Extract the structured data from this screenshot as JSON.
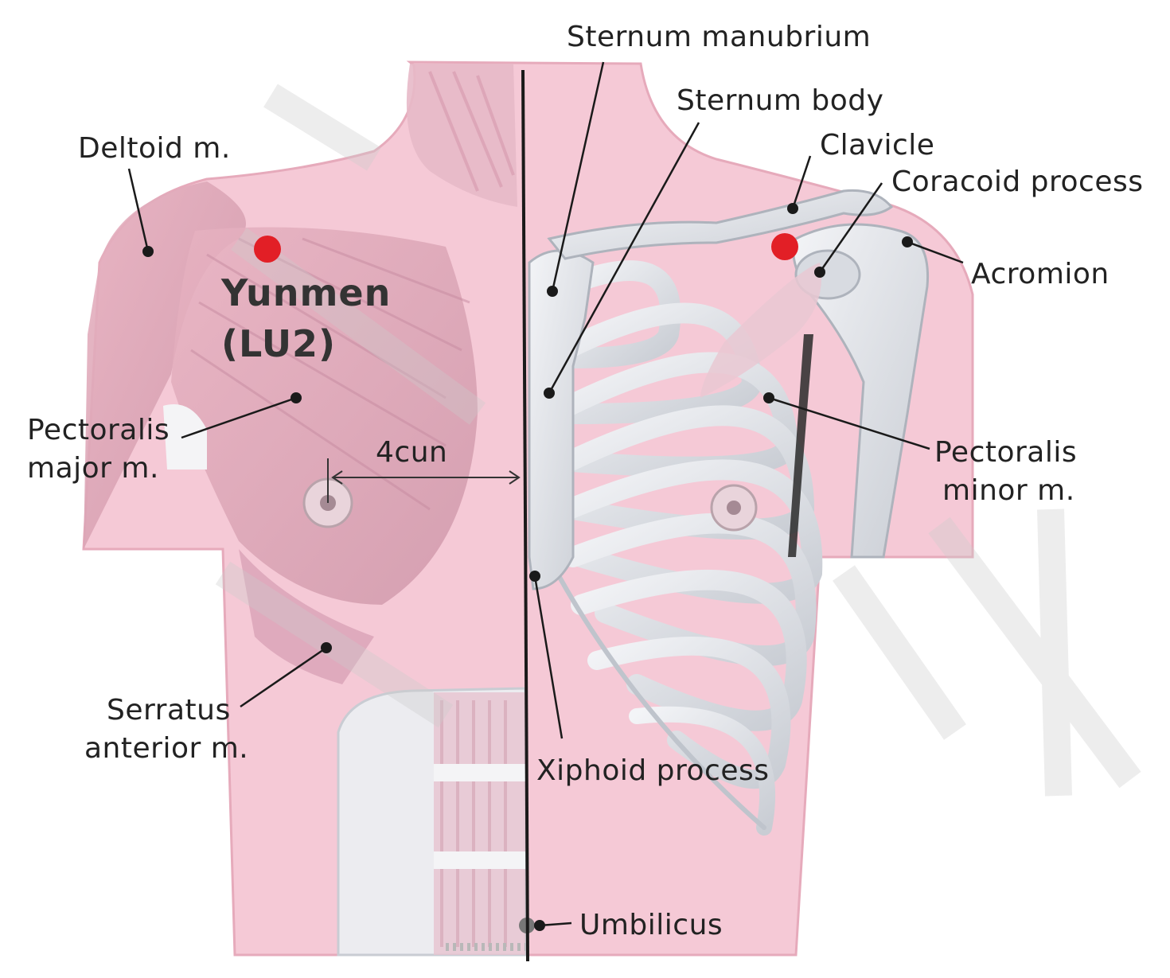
{
  "acupoint": {
    "name": "Yunmen",
    "code": "(LU2)",
    "marker_color": "#e21f26"
  },
  "measurement": {
    "label": "4cun"
  },
  "labels": {
    "sternum_manubrium": "Sternum manubrium",
    "sternum_body": "Sternum body",
    "clavicle": "Clavicle",
    "coracoid_process": "Coracoid process",
    "acromion": "Acromion",
    "deltoid_line1": "Deltoid m.",
    "pectoralis_major_line1": "Pectoralis",
    "pectoralis_major_line2": "major m.",
    "pectoralis_minor_line1": "Pectoralis",
    "pectoralis_minor_line2": "minor m.",
    "serratus_line1": "Serratus",
    "serratus_line2": "anterior m.",
    "xiphoid_process": "Xiphoid process",
    "umbilicus": "Umbilicus"
  },
  "colors": {
    "skin": "#f5c9d6",
    "muscle": "#dda2b4",
    "bone": "#e4e7ec",
    "bone_shadow": "#aeb3bc",
    "leader": "#1a1a1a"
  }
}
